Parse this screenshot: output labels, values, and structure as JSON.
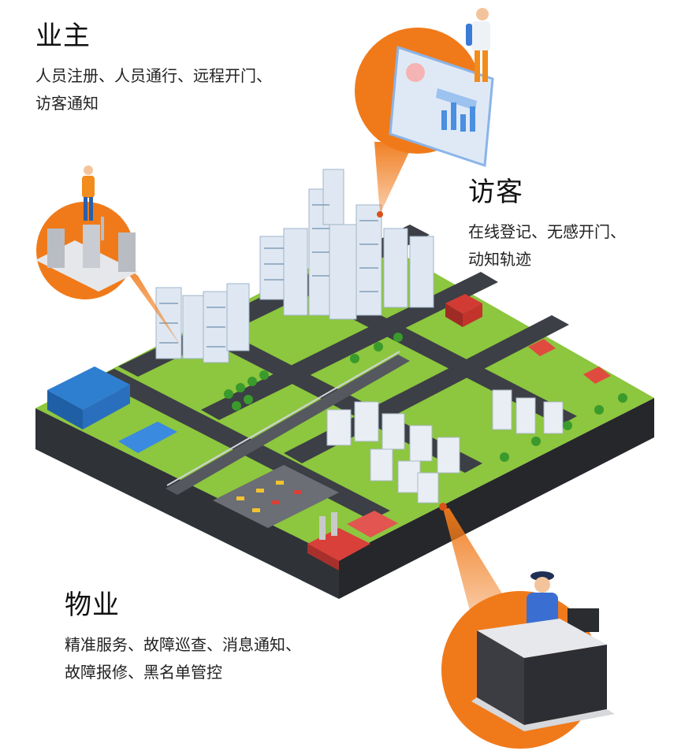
{
  "owner": {
    "title": "业主",
    "line1": "人员注册、人员通行、远程开门、",
    "line2": "访客通知"
  },
  "visitor": {
    "title": "访客",
    "line1": "在线登记、无感开门、",
    "line2": "动知轨迹"
  },
  "property": {
    "title": "物业",
    "line1": "精准服务、故障巡查、消息通知、",
    "line2": "故障报修、黑名单管控"
  },
  "colors": {
    "accent": "#f07a1a",
    "grass": "#7ac943",
    "road": "#3c3f45",
    "building": "#dfe8f2"
  },
  "icons": [
    "turnstile-gate-icon",
    "visitor-screen-icon",
    "security-guard-desk-icon",
    "city-map-illustration"
  ]
}
